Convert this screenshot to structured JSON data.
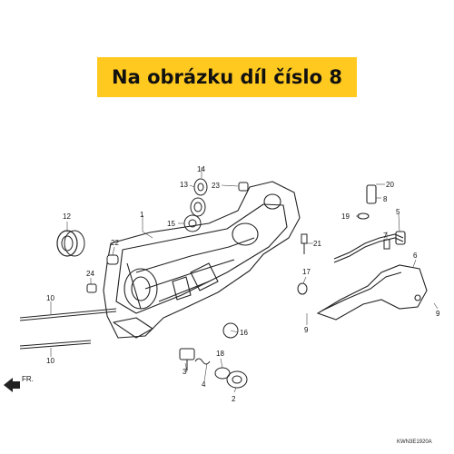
{
  "banner": {
    "text": "Na obrázku díl číslo 8"
  },
  "diagram_code": "KWN3E1920A",
  "front_marker": "FR.",
  "callouts": [
    "1",
    "2",
    "3",
    "4",
    "5",
    "6",
    "7",
    "8",
    "9",
    "9",
    "10",
    "10",
    "12",
    "13",
    "14",
    "15",
    "16",
    "17",
    "18",
    "19",
    "20",
    "21",
    "22",
    "23",
    "24"
  ]
}
